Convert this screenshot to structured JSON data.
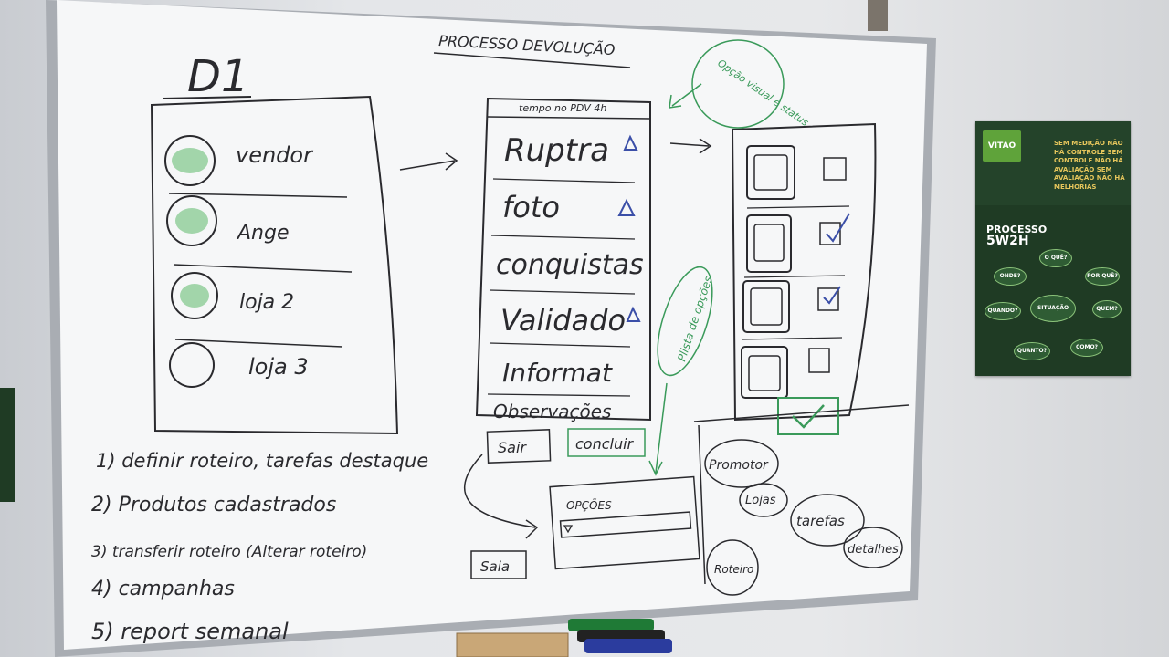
{
  "board": {
    "title": "PROCESSO DEVOLUÇÃO",
    "d1_heading": "D1",
    "list_items": [
      "vendor",
      "Ange",
      "loja 2",
      "loja 3"
    ],
    "middle_header": "tempo no PDV 4h",
    "middle_items": [
      "Ruptra",
      "foto",
      "conquistas",
      "Validado",
      "Informat",
      "Observações"
    ],
    "buttons": {
      "sair": "Sair",
      "concluir": "concluir",
      "saia": "Saia"
    },
    "options_label": "OPÇÕES",
    "green_note_top": "Opção visual e status",
    "green_note_side": "Plista de opções",
    "flow": [
      "Promotor",
      "Lojas",
      "tarefas",
      "detalhes",
      "Roteiro"
    ],
    "numbered_list": [
      "1) definir roteiro, tarefas destaque",
      "2) Produtos cadastrados",
      "3) transferir roteiro (Alterar roteiro)",
      "4) campanhas",
      "5) report semanal"
    ]
  },
  "poster": {
    "logo": "VITAO",
    "headline": "SEM MEDIÇÃO NÃO HÁ CONTROLE SEM CONTROLE NÃO HÁ AVALIAÇÃO SEM AVALIAÇÃO NÃO HÁ MELHORIAS",
    "title_line1": "PROCESSO",
    "title_line2": "5W2H",
    "center_node": "SITUAÇÃO",
    "nodes": [
      "O QUÊ?",
      "POR QUÊ?",
      "QUEM?",
      "COMO?",
      "QUANTO?",
      "QUANDO?",
      "ONDE?"
    ]
  },
  "colors": {
    "ink": "#2a2a2e",
    "green_ink": "#3a9a5a",
    "blue_ink": "#3b4fa8",
    "poster_green": "#1f3b24"
  }
}
